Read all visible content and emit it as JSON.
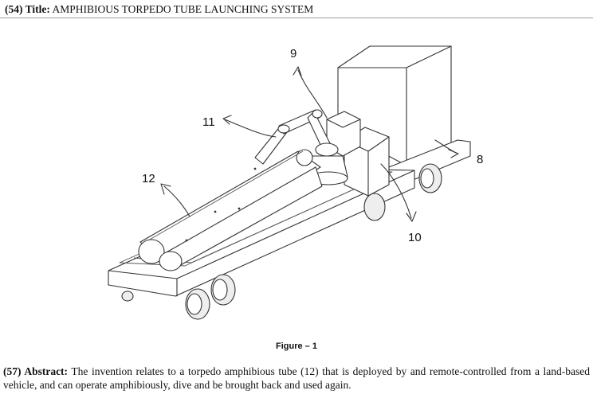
{
  "header": {
    "code": "(54) Title:",
    "title": "AMPHIBIOUS TORPEDO TUBE LAUNCHING SYSTEM"
  },
  "figure": {
    "caption": "Figure – 1",
    "labels": {
      "n8": "8",
      "n9": "9",
      "n10": "10",
      "n11": "11",
      "n12": "12"
    }
  },
  "abstract": {
    "code": "(57) Abstract:",
    "text": "The invention relates to a torpedo amphibious tube (12) that is deployed by and remote-controlled from a land-based vehicle, and can operate amphibiously, dive and be brought back and used again."
  }
}
